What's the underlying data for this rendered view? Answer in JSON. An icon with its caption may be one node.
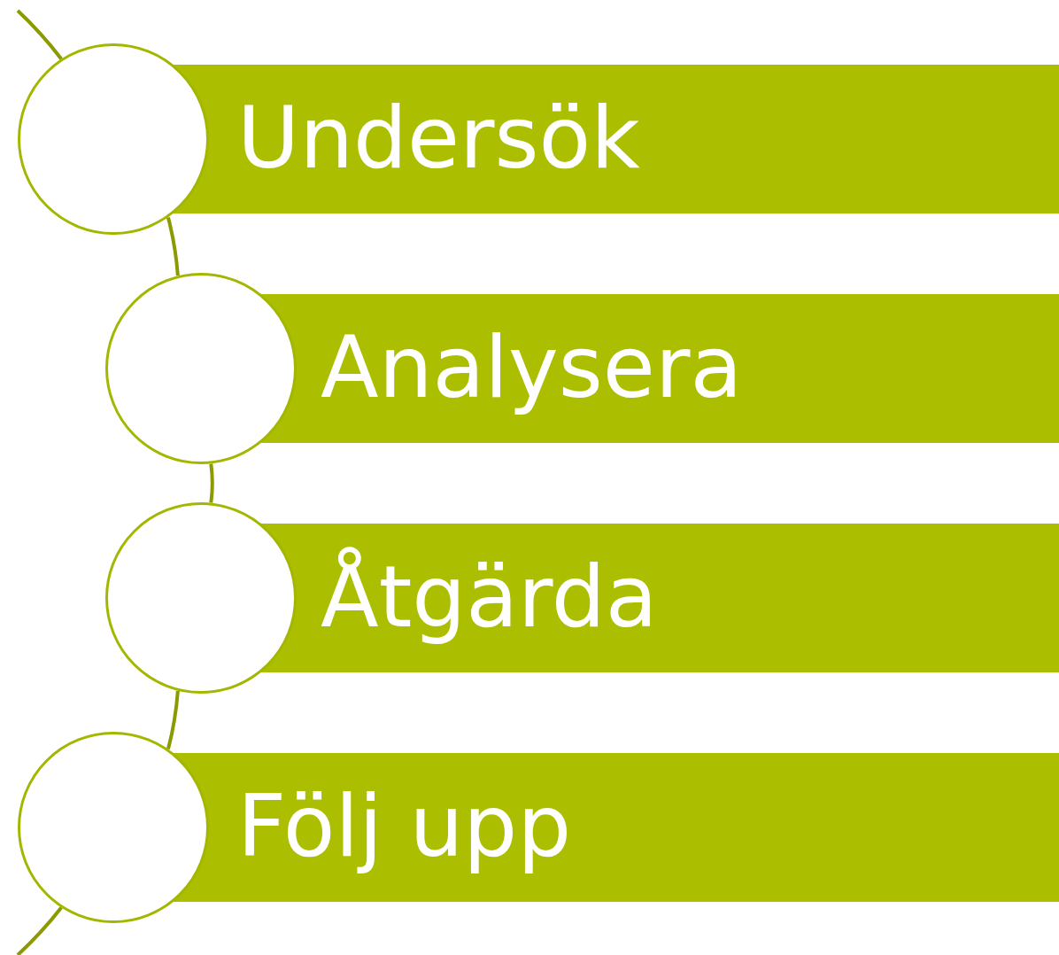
{
  "diagram": {
    "nodes": [
      {
        "text": [
          "Undersök"
        ]
      },
      {
        "text": [
          "Analysera"
        ]
      },
      {
        "text": [
          "Åtgärda"
        ]
      },
      {
        "text": [
          "Följ upp"
        ]
      },
      {
        "text": [],
        "shape": "circle"
      },
      {
        "text": [],
        "shape": "circle"
      },
      {
        "text": [],
        "shape": "circle"
      },
      {
        "text": [],
        "shape": "circle"
      }
    ],
    "edges": [
      {
        "from": null,
        "to": 4,
        "arrow": "none"
      },
      {
        "from": 4,
        "to": 5,
        "arrow": "none"
      },
      {
        "from": 5,
        "to": 6,
        "arrow": "none"
      },
      {
        "from": 6,
        "to": 7,
        "arrow": "none"
      },
      {
        "from": 7,
        "to": null,
        "arrow": "none"
      }
    ]
  }
}
